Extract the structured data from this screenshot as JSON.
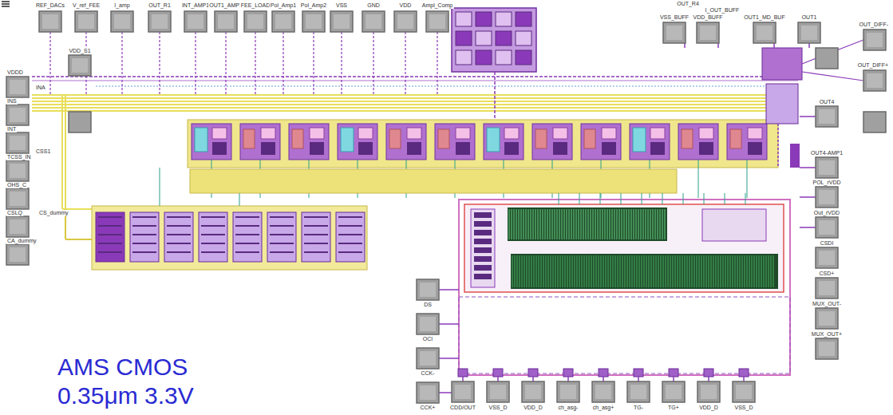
{
  "diagram": {
    "labels": [
      "REF_DACs",
      "V_ref_FEE",
      "I_amp",
      "OUT_R1",
      "INT_AMP1",
      "OUT1_AMP1",
      "FEE_LOAD",
      "Pol_Amp1",
      "Pol_Amp2",
      "VSS",
      "GND",
      "VDD",
      "Ampl_Comp",
      "OUT_R4",
      "I_OUT_BUFF",
      "VSS_BUFF",
      "VDD_BUFF",
      "OUT1_MD_BUF",
      "OUT1",
      "OUT_DIFF-",
      "OUT_DIFF+",
      "OUT4",
      "OUT4-AMP1",
      "POL_rVDD",
      "Out_rVDD",
      "CSDI",
      "CSD+",
      "MUX_OUT-",
      "MUX_OUT+",
      "VDD_S1",
      "VDDD",
      "INA",
      "INS",
      "INT",
      "CSS1",
      "TCSS_IN",
      "OHS_C",
      "CSLQ",
      "CS_dummy",
      "CA_dummy",
      "DS",
      "OCI",
      "CCK-",
      "CCK+",
      "CDD/OUT",
      "VSS_D",
      "VDD_D",
      "ch_asg-",
      "ch_asg+",
      "TG-",
      "TG+",
      "VDD_D",
      "VSS_D",
      "AMS CMOS 0.35μm 3.3V"
    ]
  }
}
